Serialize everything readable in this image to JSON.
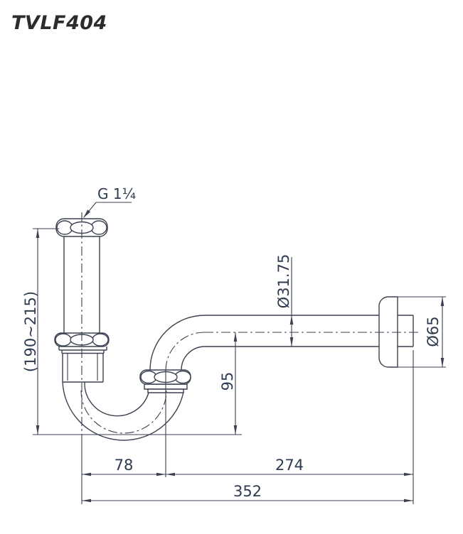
{
  "title": "TVLF404",
  "labels": {
    "thread": "G 1¼",
    "inlet_height_range": "(190~215)",
    "pipe_diameter": "Ø31.75",
    "escutcheon_diameter": "Ø65",
    "trap_depth": "95",
    "trap_width": "78",
    "horizontal_run": "274",
    "total_width": "352"
  },
  "colors": {
    "line": "#3b4150",
    "dimension_text": "#2e3a50",
    "title_text": "#2c2c2e"
  }
}
